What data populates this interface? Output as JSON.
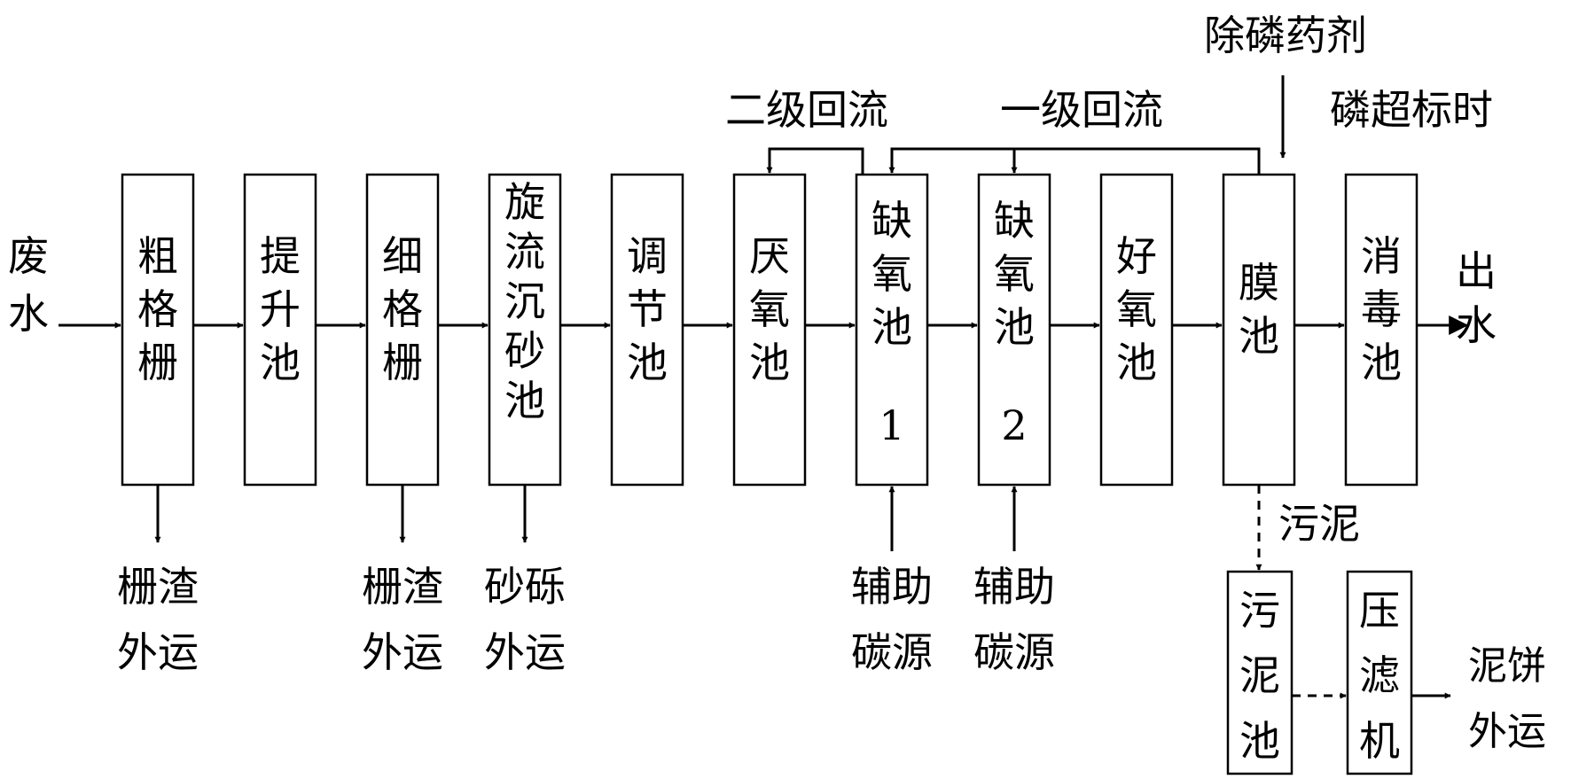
{
  "input_label": [
    "废",
    "水"
  ],
  "output_label": [
    "出",
    "水"
  ],
  "units": [
    {
      "id": "coarse-screen",
      "text": [
        "粗",
        "格",
        "栅"
      ]
    },
    {
      "id": "lift-tank",
      "text": [
        "提",
        "升",
        "池"
      ]
    },
    {
      "id": "fine-screen",
      "text": [
        "细",
        "格",
        "栅"
      ]
    },
    {
      "id": "vortex-grit-tank",
      "text": [
        "旋",
        "流",
        "沉",
        "砂",
        "池"
      ]
    },
    {
      "id": "equalization-tank",
      "text": [
        "调",
        "节",
        "池"
      ]
    },
    {
      "id": "anaerobic-tank",
      "text": [
        "厌",
        "氧",
        "池"
      ]
    },
    {
      "id": "anoxic-tank-1",
      "text": [
        "缺",
        "氧",
        "池",
        "1"
      ]
    },
    {
      "id": "anoxic-tank-2",
      "text": [
        "缺",
        "氧",
        "池",
        "2"
      ]
    },
    {
      "id": "aerobic-tank",
      "text": [
        "好",
        "氧",
        "池"
      ]
    },
    {
      "id": "membrane-tank",
      "text": [
        "膜",
        "池"
      ]
    },
    {
      "id": "disinfection-tank",
      "text": [
        "消",
        "毒",
        "池"
      ]
    }
  ],
  "sludge_units": [
    {
      "id": "sludge-tank",
      "text": [
        "污",
        "泥",
        "池"
      ]
    },
    {
      "id": "filter-press",
      "text": [
        "压",
        "滤",
        "机"
      ]
    }
  ],
  "outputs": {
    "screenings_1": [
      "栅渣",
      "外运"
    ],
    "screenings_2": [
      "栅渣",
      "外运"
    ],
    "grit": [
      "砂砾",
      "外运"
    ],
    "sludge_cake": [
      "泥饼",
      "外运"
    ]
  },
  "carbon_source_1": [
    "辅助",
    "碳源"
  ],
  "carbon_source_2": [
    "辅助",
    "碳源"
  ],
  "reflux_2": "二级回流",
  "reflux_1": "一级回流",
  "phosphorus_agent": "除磷药剂",
  "phosphorus_condition": "磷超标时",
  "sludge_label": "污泥"
}
